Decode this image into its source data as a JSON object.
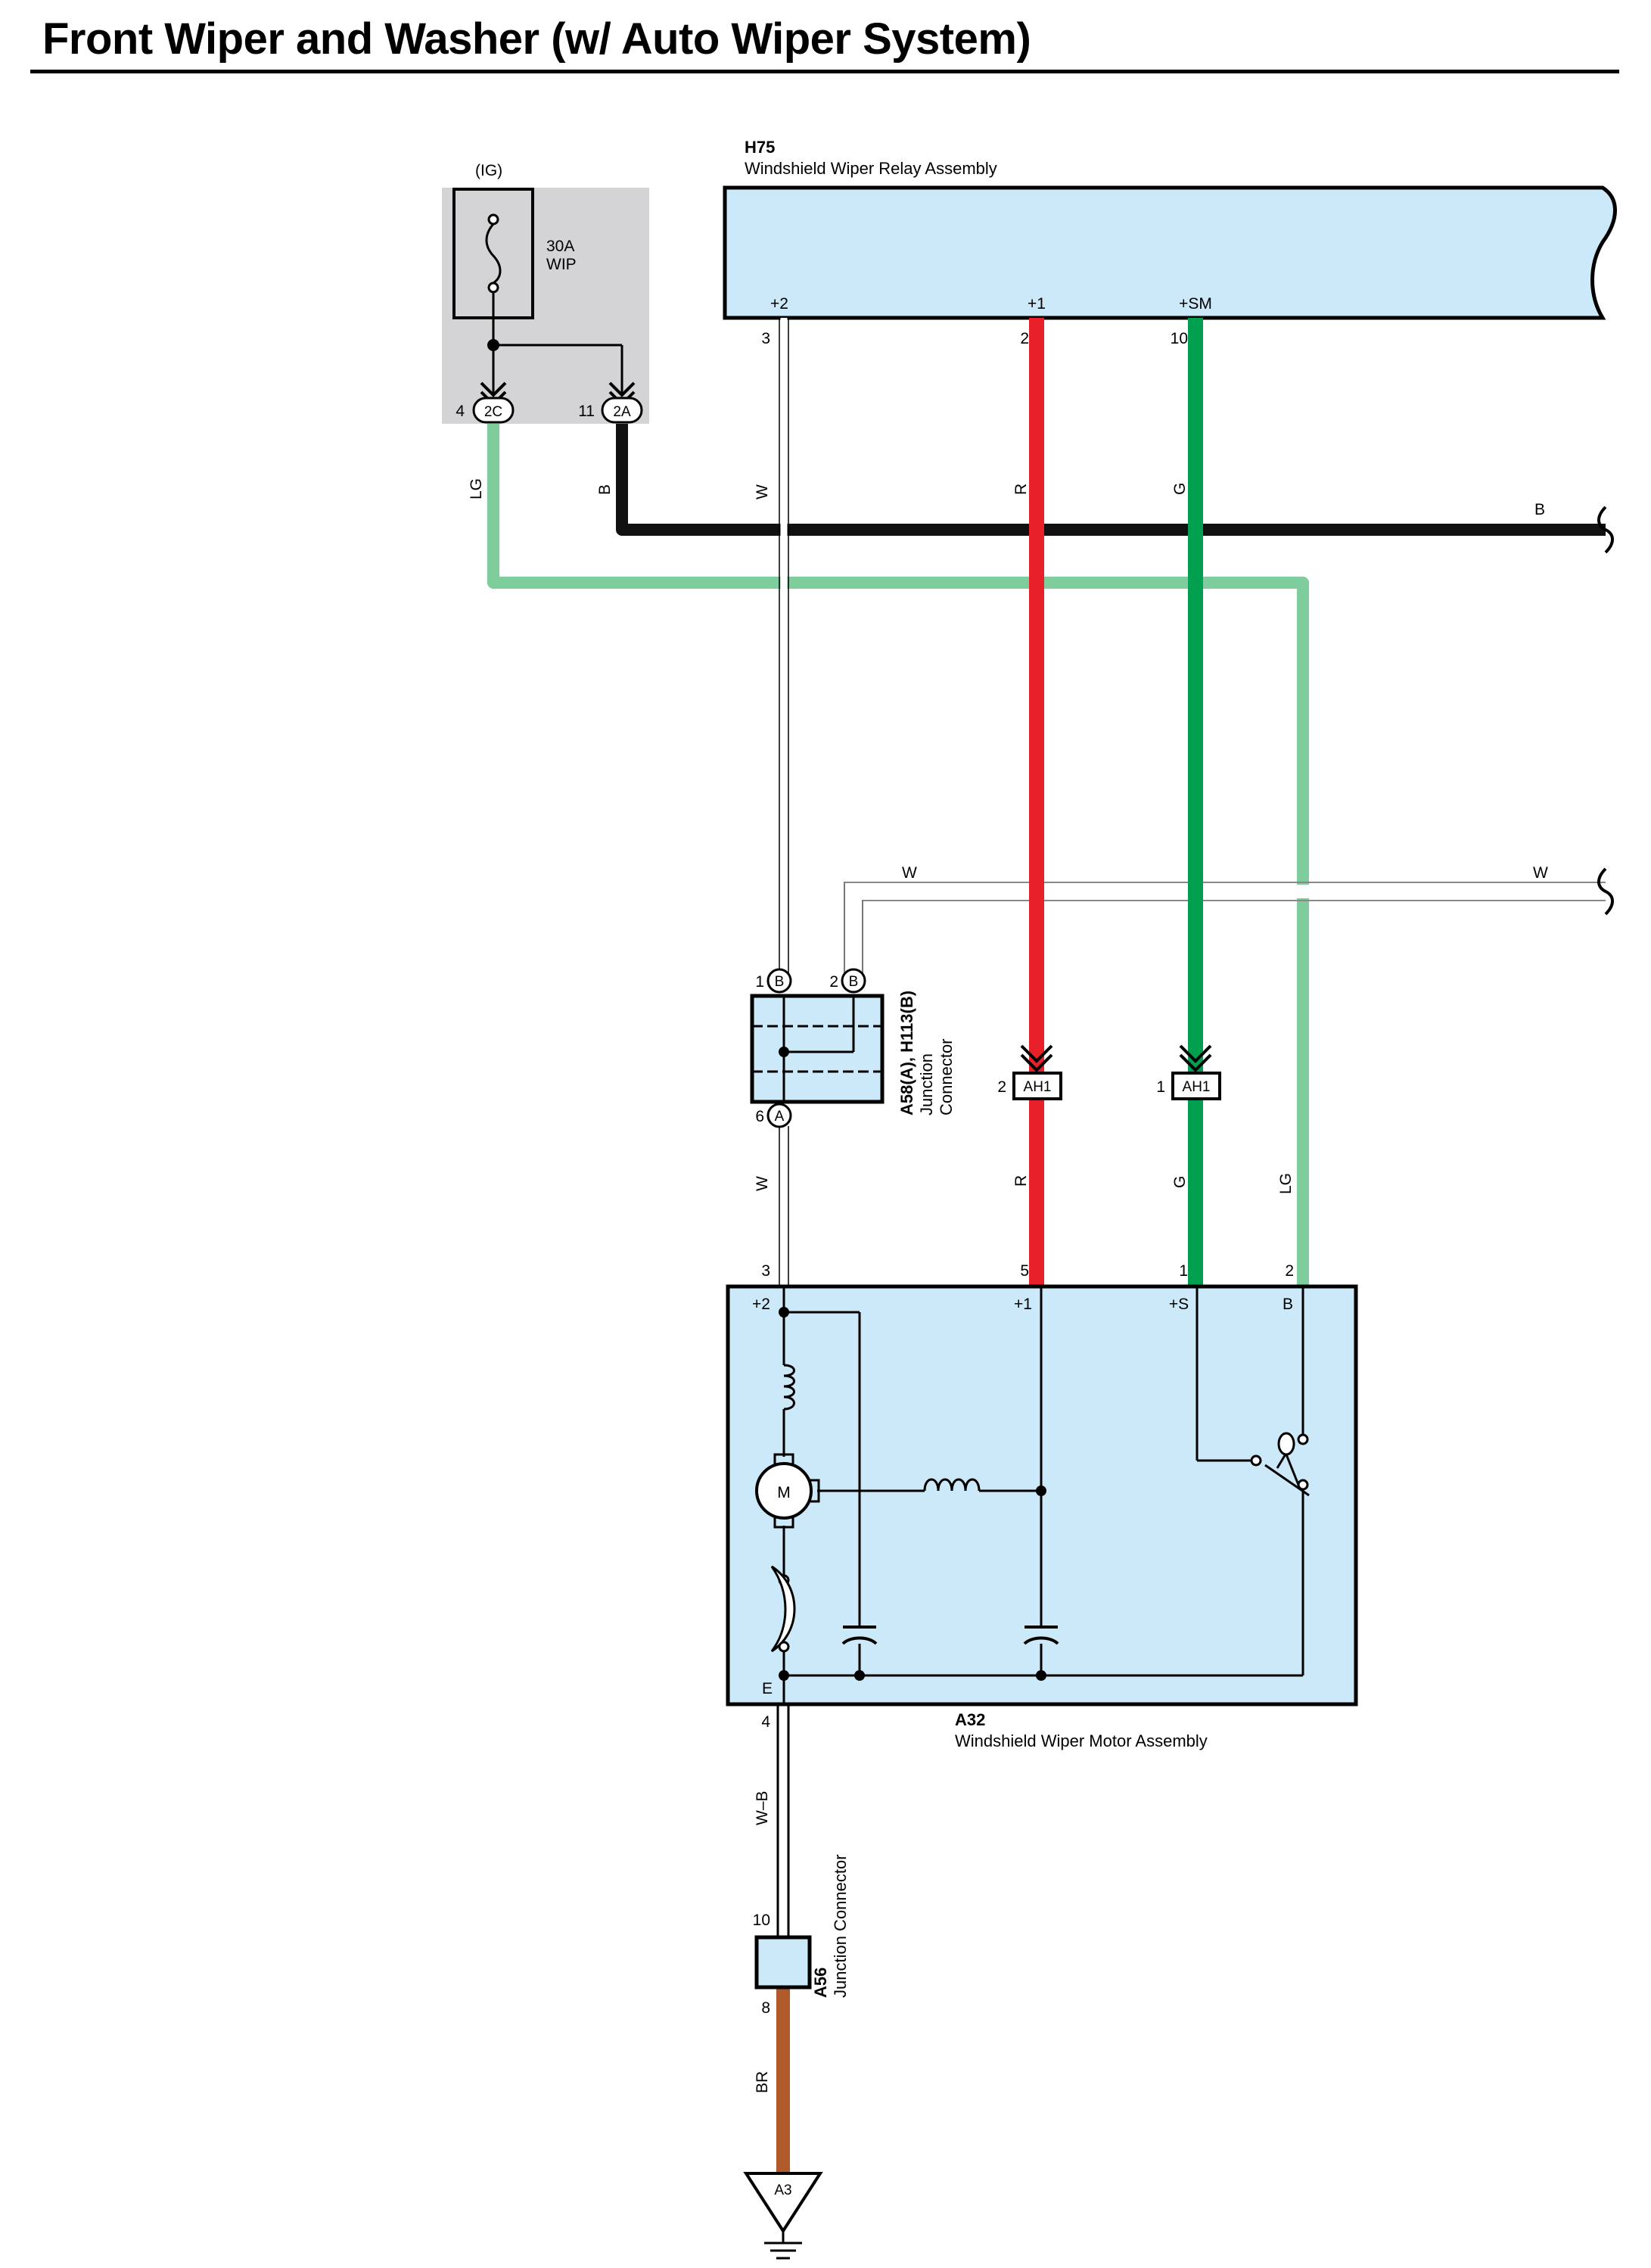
{
  "title": "Front Wiper and Washer (w/ Auto Wiper System)",
  "colors": {
    "white_wire": "#d6d6d6",
    "black_wire": "#111111",
    "red_wire": "#e8202a",
    "green_wire": "#00a050",
    "light_green_wire": "#7fcc9c",
    "brown_wire": "#b05a2c",
    "component_fill": "#cce9f9",
    "fuse_box_fill": "#d4d4d6"
  },
  "fuse": {
    "source": "(IG)",
    "rating": "30A",
    "name": "WIP",
    "pins": [
      {
        "num": "4",
        "conn": "2C"
      },
      {
        "num": "11",
        "conn": "2A"
      }
    ]
  },
  "relay": {
    "code": "H75",
    "name": "Windshield Wiper Relay Assembly",
    "terminals": [
      {
        "label": "+2",
        "pin": "3"
      },
      {
        "label": "+1",
        "pin": "2"
      },
      {
        "label": "+SM",
        "pin": "10"
      }
    ]
  },
  "junction_a58": {
    "code": "A58(A), H113(B)",
    "name_line1": "Junction",
    "name_line2": "Connector",
    "pins": [
      {
        "num": "1",
        "conn": "B"
      },
      {
        "num": "2",
        "conn": "B"
      },
      {
        "num": "6",
        "conn": "A"
      }
    ]
  },
  "connector_ah1": {
    "code": "AH1",
    "pins": [
      "2",
      "1"
    ]
  },
  "motor": {
    "code": "A32",
    "name": "Windshield Wiper Motor Assembly",
    "terminals": [
      {
        "label": "+2",
        "pin": "3"
      },
      {
        "label": "+1",
        "pin": "5"
      },
      {
        "label": "+S",
        "pin": "1"
      },
      {
        "label": "B",
        "pin": "2"
      },
      {
        "label": "E",
        "pin": "4"
      }
    ],
    "motor_symbol": "M"
  },
  "junction_a56": {
    "code": "A56",
    "name": "Junction Connector",
    "pins": [
      "10",
      "8"
    ]
  },
  "ground": {
    "code": "A3"
  },
  "wire_labels": {
    "lg_fuse": "LG",
    "b_fuse": "B",
    "w_relay": "W",
    "r_relay": "R",
    "g_relay": "G",
    "b_right": "B",
    "w_upper_left": "W",
    "w_upper_right": "W",
    "w_motor": "W",
    "r_motor": "R",
    "g_motor": "G",
    "lg_motor": "LG",
    "wb_ground": "W–B",
    "br_ground": "BR"
  },
  "icons": {
    "fuse": "fuse-icon",
    "motor": "motor-icon",
    "coil": "coil-icon",
    "circuit_breaker": "circuit-breaker-icon",
    "capacitor": "capacitor-icon",
    "switch": "park-switch-icon",
    "ground": "ground-icon",
    "break": "wire-break-icon"
  }
}
